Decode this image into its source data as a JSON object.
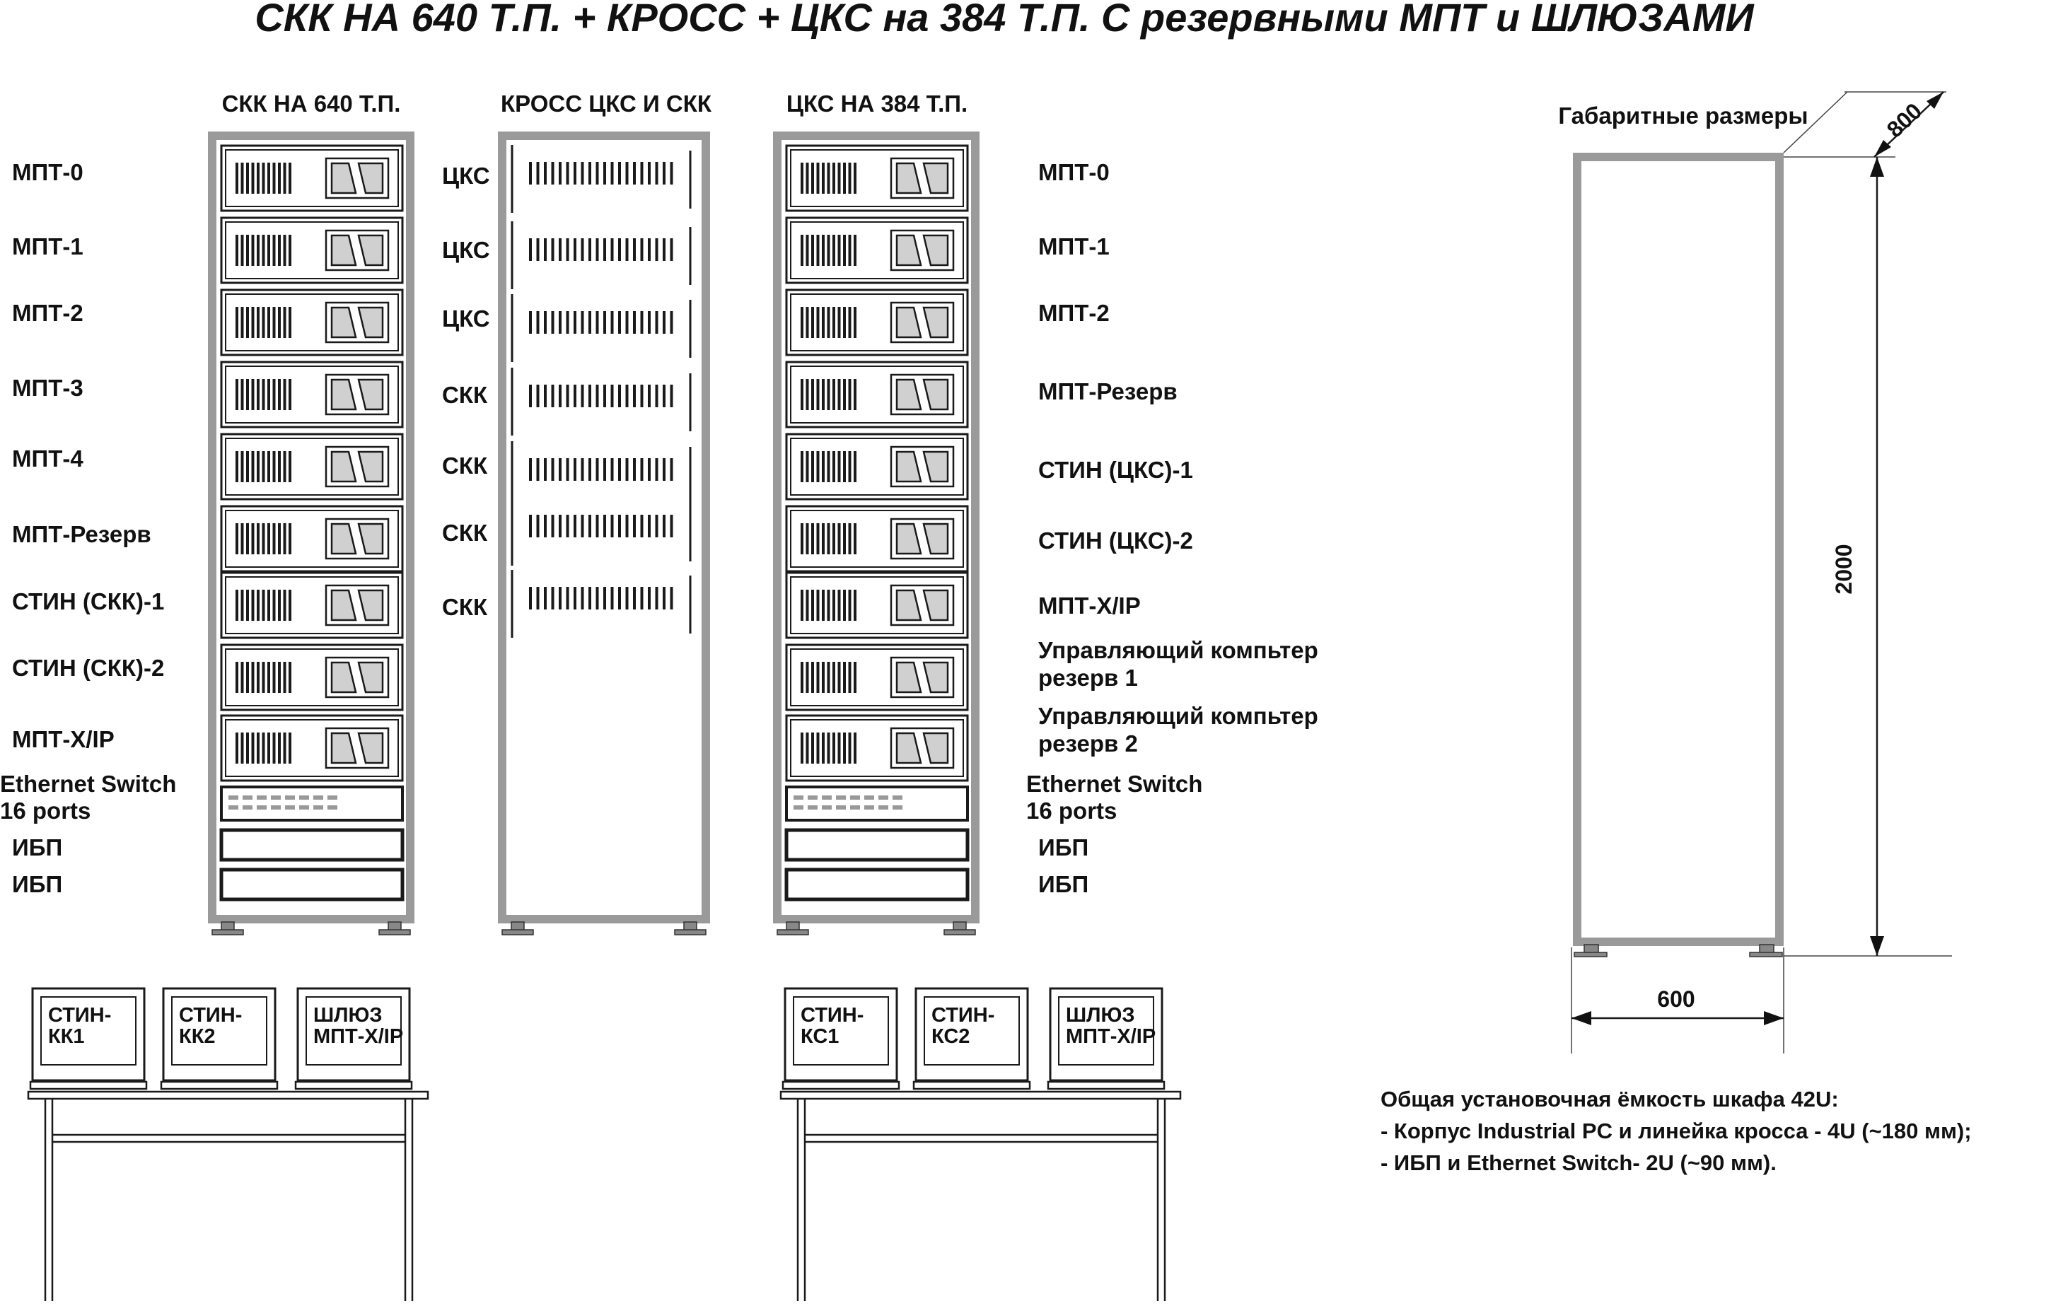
{
  "title": "СКК НА 640 Т.П. + КРОСС + ЦКС на 384 Т.П. С резервными МПТ и ШЛЮЗАМИ",
  "racks": {
    "skk": {
      "header": "СКК НА 640 Т.П.",
      "labels": [
        "МПТ-0",
        "МПТ-1",
        "МПТ-2",
        "МПТ-3",
        "МПТ-4",
        "МПТ-Резерв",
        "СТИН (СКК)-1",
        "СТИН (СКК)-2",
        "МПТ-X/IP"
      ],
      "switch_label": [
        "Ethernet Switch",
        "16 ports"
      ],
      "ups_labels": [
        "ИБП",
        "ИБП"
      ]
    },
    "cross": {
      "header": "КРОСС ЦКС И СКК",
      "labels": [
        "ЦКС",
        "ЦКС",
        "ЦКС",
        "СКК",
        "СКК",
        "СКК",
        "СКК"
      ]
    },
    "cks": {
      "header": "ЦКС НА 384 Т.П.",
      "labels": [
        "МПТ-0",
        "МПТ-1",
        "МПТ-2",
        "МПТ-Резерв",
        "СТИН (ЦКС)-1",
        "СТИН (ЦКС)-2",
        "МПТ-X/IP",
        "Управляющий компьтер",
        "резерв 1",
        "Управляющий компьтер",
        "резерв 2"
      ],
      "switch_label": [
        "Ethernet Switch",
        "16 ports"
      ],
      "ups_labels": [
        "ИБП",
        "ИБП"
      ]
    }
  },
  "monitors": {
    "left": [
      [
        "СТИН-",
        "КК1"
      ],
      [
        "СТИН-",
        "КК2"
      ],
      [
        "ШЛЮЗ",
        "МПТ-X/IP"
      ]
    ],
    "right": [
      [
        "СТИН-",
        "КС1"
      ],
      [
        "СТИН-",
        "КС2"
      ],
      [
        "ШЛЮЗ",
        "МПТ-X/IP"
      ]
    ]
  },
  "dimensions": {
    "caption": "Габаритные размеры",
    "depth": "800",
    "height": "2000",
    "width": "600"
  },
  "notes": [
    "Общая установочная ёмкость шкафа 42U:",
    "- Корпус Industrial PC  и линейка кросса - 4U (~180 мм);",
    "- ИБП и Ethernet Switch- 2U (~90 мм)."
  ]
}
